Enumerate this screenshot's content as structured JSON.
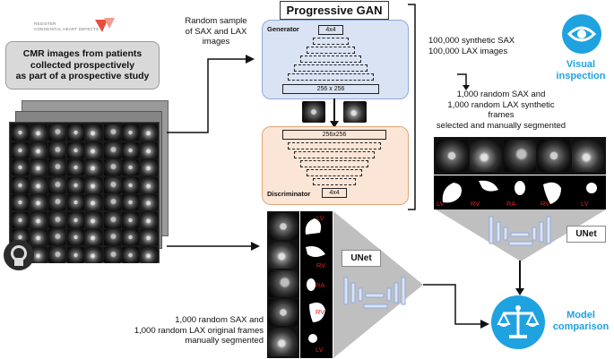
{
  "logo": {
    "line1": "REGISTER",
    "line2": "CONGENITAL HEART DEFECTS"
  },
  "cmr_box": {
    "line1": "CMR images from patients",
    "line2": "collected prospectively",
    "line3": "as part of a prospective study"
  },
  "random_sample": {
    "line1": "Random sample",
    "line2": "of SAX and LAX",
    "line3": "images"
  },
  "pgan": {
    "title": "Progressive GAN",
    "generator_label": "Generator",
    "gen_top": "4x4",
    "gen_bottom": "256 x 256",
    "disc_top": "256x256",
    "discriminator_label": "Discriminator",
    "disc_bottom": "4x4"
  },
  "synthetic": {
    "line1": "100,000 synthetic SAX",
    "line2": "100,000 LAX images"
  },
  "visual": {
    "line1": "Visual",
    "line2": "inspection",
    "icon": "eye-icon",
    "color": "#1fa2e0"
  },
  "synthetic_frames": {
    "line1": "1,000 random SAX and",
    "line2": "1,000 random LAX synthetic frames",
    "line3": "selected and manually segmented"
  },
  "synthetic_seg_labels": [
    "LV",
    "RV",
    "RA",
    "RV",
    "LV"
  ],
  "original_seg_labels": [
    "LV",
    "RV",
    "RA",
    "RV",
    "LV"
  ],
  "unet_top": "UNet",
  "unet_bottom": "UNet",
  "original_frames": {
    "line1": "1,000 random SAX and",
    "line2": "1,000 random LAX original frames",
    "line3": "manually segmented"
  },
  "model": {
    "line1": "Model",
    "line2": "comparison",
    "icon": "scales-icon",
    "color": "#1fa2e0"
  },
  "scanner_icon": "mri-scanner-icon"
}
